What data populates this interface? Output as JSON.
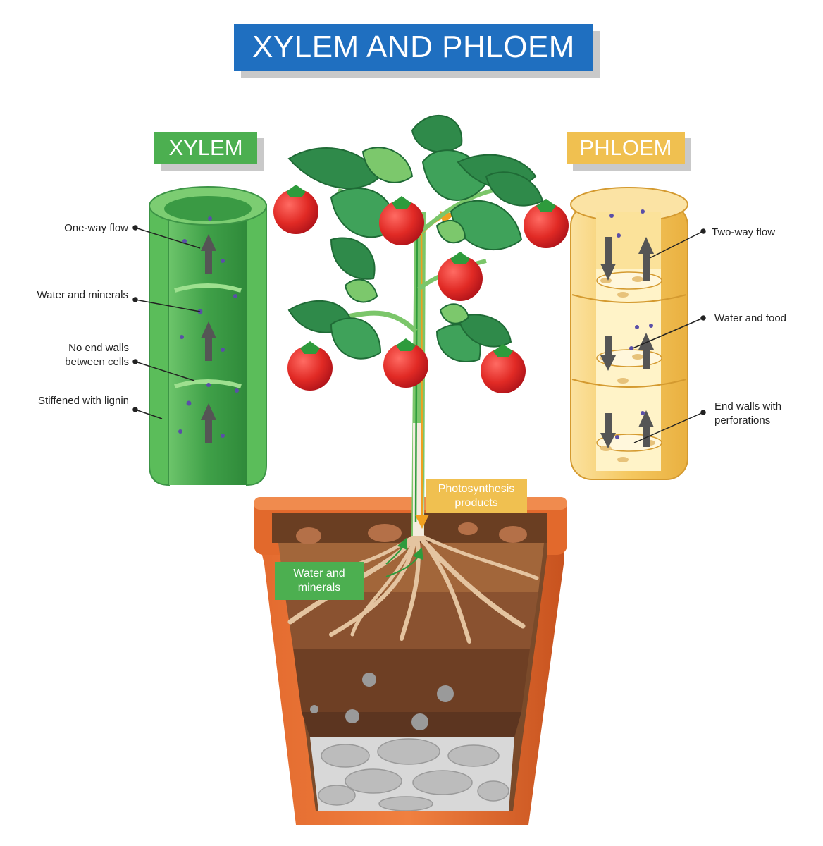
{
  "title": "XYLEM AND PHLOEM",
  "xylem": {
    "heading": "XYLEM",
    "labels": [
      "One-way flow",
      "Water and minerals",
      "No end walls between cells",
      "Stiffened with lignin"
    ]
  },
  "phloem": {
    "heading": "PHLOEM",
    "labels": [
      "Two-way flow",
      "Water and food",
      "End walls with perforations"
    ]
  },
  "plant": {
    "photosynthesis_label": "Photosynthesis products",
    "water_label": "Water and minerals"
  },
  "colors": {
    "title_bg": "#1f6fc0",
    "xylem_green": "#4caf50",
    "phloem_yellow": "#f0c050",
    "soil": "#7a4a2a",
    "pot": "#d9622b"
  }
}
